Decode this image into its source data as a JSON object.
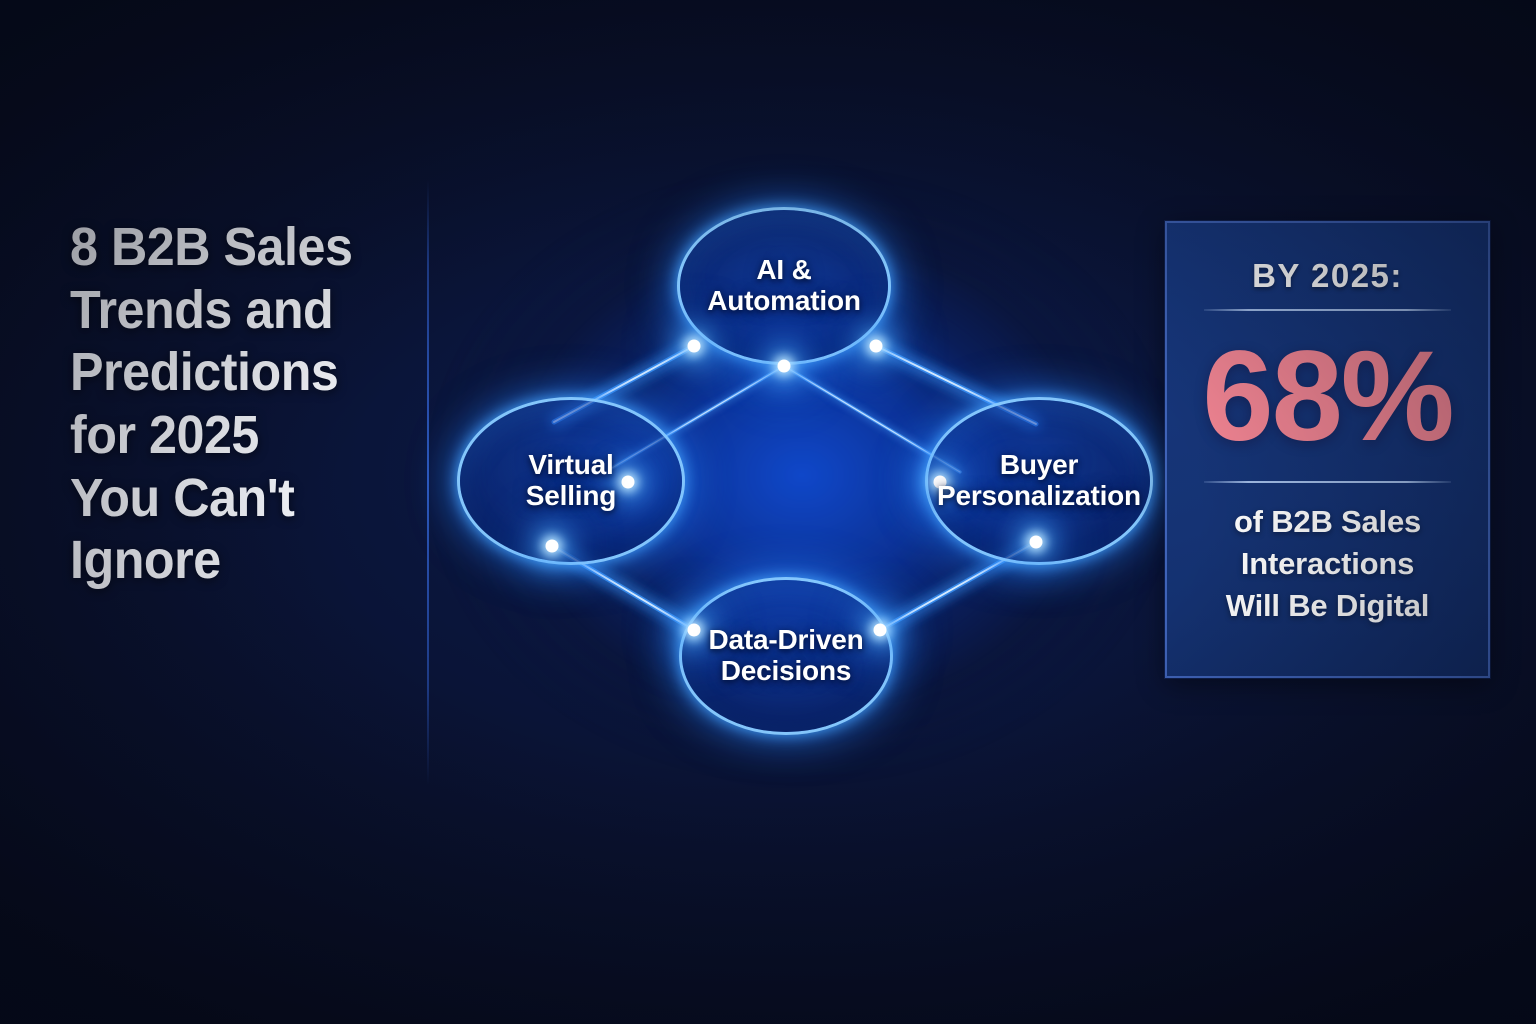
{
  "theme": {
    "background_color": "#0A1028",
    "glow_color": "#0A3AAE",
    "accent_color": "#F08492",
    "panel_color": "#16367F",
    "panel_border_color": "#3F63B8",
    "text_color": "#FFFFFF",
    "link_color": "#64B4FF"
  },
  "headline": {
    "text": "8 B2B Sales\nTrends and\nPredictions\nfor 2025\nYou Can't\nIgnore"
  },
  "diagram": {
    "nodes": [
      {
        "id": "ai-automation",
        "label": "AI &\nAutomation",
        "position": "top"
      },
      {
        "id": "virtual-selling",
        "label": "Virtual\nSelling",
        "position": "left"
      },
      {
        "id": "buyer-personalization",
        "label": "Buyer\nPersonalization",
        "position": "right"
      },
      {
        "id": "data-driven-decisions",
        "label": "Data-Driven\nDecisions",
        "position": "bottom"
      }
    ],
    "connections": [
      {
        "from": "ai-automation",
        "to": "virtual-selling"
      },
      {
        "from": "ai-automation",
        "to": "buyer-personalization"
      },
      {
        "from": "virtual-selling",
        "to": "data-driven-decisions"
      },
      {
        "from": "buyer-personalization",
        "to": "data-driven-decisions"
      },
      {
        "from": "ai-automation",
        "to": "virtual-selling",
        "style": "inner-diagonal"
      },
      {
        "from": "ai-automation",
        "to": "buyer-personalization",
        "style": "inner-diagonal"
      },
      {
        "from": "virtual-selling",
        "to": "buyer-personalization",
        "style": "horizontal"
      }
    ]
  },
  "stat_panel": {
    "label": "BY 2025:",
    "value": "68%",
    "description": "of B2B Sales\nInteractions\nWill Be Digital"
  }
}
